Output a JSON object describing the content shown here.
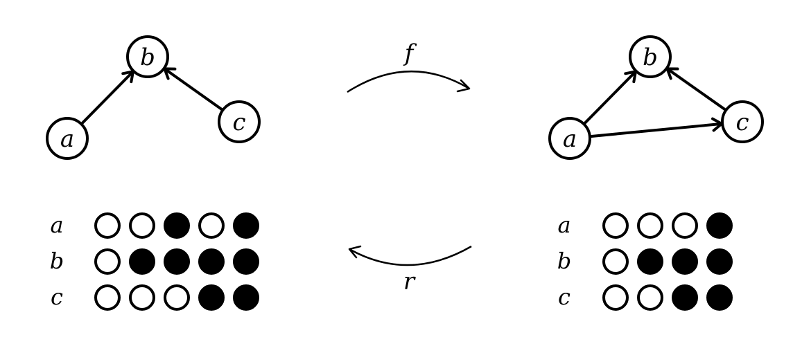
{
  "colors": {
    "ink": "#000000",
    "paper": "#ffffff"
  },
  "left_graph": {
    "nodes": [
      {
        "id": "a",
        "label": "a"
      },
      {
        "id": "b",
        "label": "b"
      },
      {
        "id": "c",
        "label": "c"
      }
    ],
    "edges": [
      {
        "from": "a",
        "to": "b"
      },
      {
        "from": "c",
        "to": "b"
      }
    ]
  },
  "right_graph": {
    "nodes": [
      {
        "id": "a",
        "label": "a"
      },
      {
        "id": "b",
        "label": "b"
      },
      {
        "id": "c",
        "label": "c"
      }
    ],
    "edges": [
      {
        "from": "a",
        "to": "b"
      },
      {
        "from": "c",
        "to": "b"
      },
      {
        "from": "a",
        "to": "c"
      }
    ]
  },
  "maps": {
    "forward": {
      "label": "f",
      "direction": "left-to-right"
    },
    "reverse": {
      "label": "r",
      "direction": "right-to-left"
    }
  },
  "left_matrix": {
    "rows": [
      {
        "label": "a",
        "dots": [
          0,
          0,
          1,
          0,
          1
        ]
      },
      {
        "label": "b",
        "dots": [
          0,
          1,
          1,
          1,
          1
        ]
      },
      {
        "label": "c",
        "dots": [
          0,
          0,
          0,
          1,
          1
        ]
      }
    ]
  },
  "right_matrix": {
    "rows": [
      {
        "label": "a",
        "dots": [
          0,
          0,
          0,
          1
        ]
      },
      {
        "label": "b",
        "dots": [
          0,
          1,
          1,
          1
        ]
      },
      {
        "label": "c",
        "dots": [
          0,
          0,
          1,
          1
        ]
      }
    ]
  }
}
